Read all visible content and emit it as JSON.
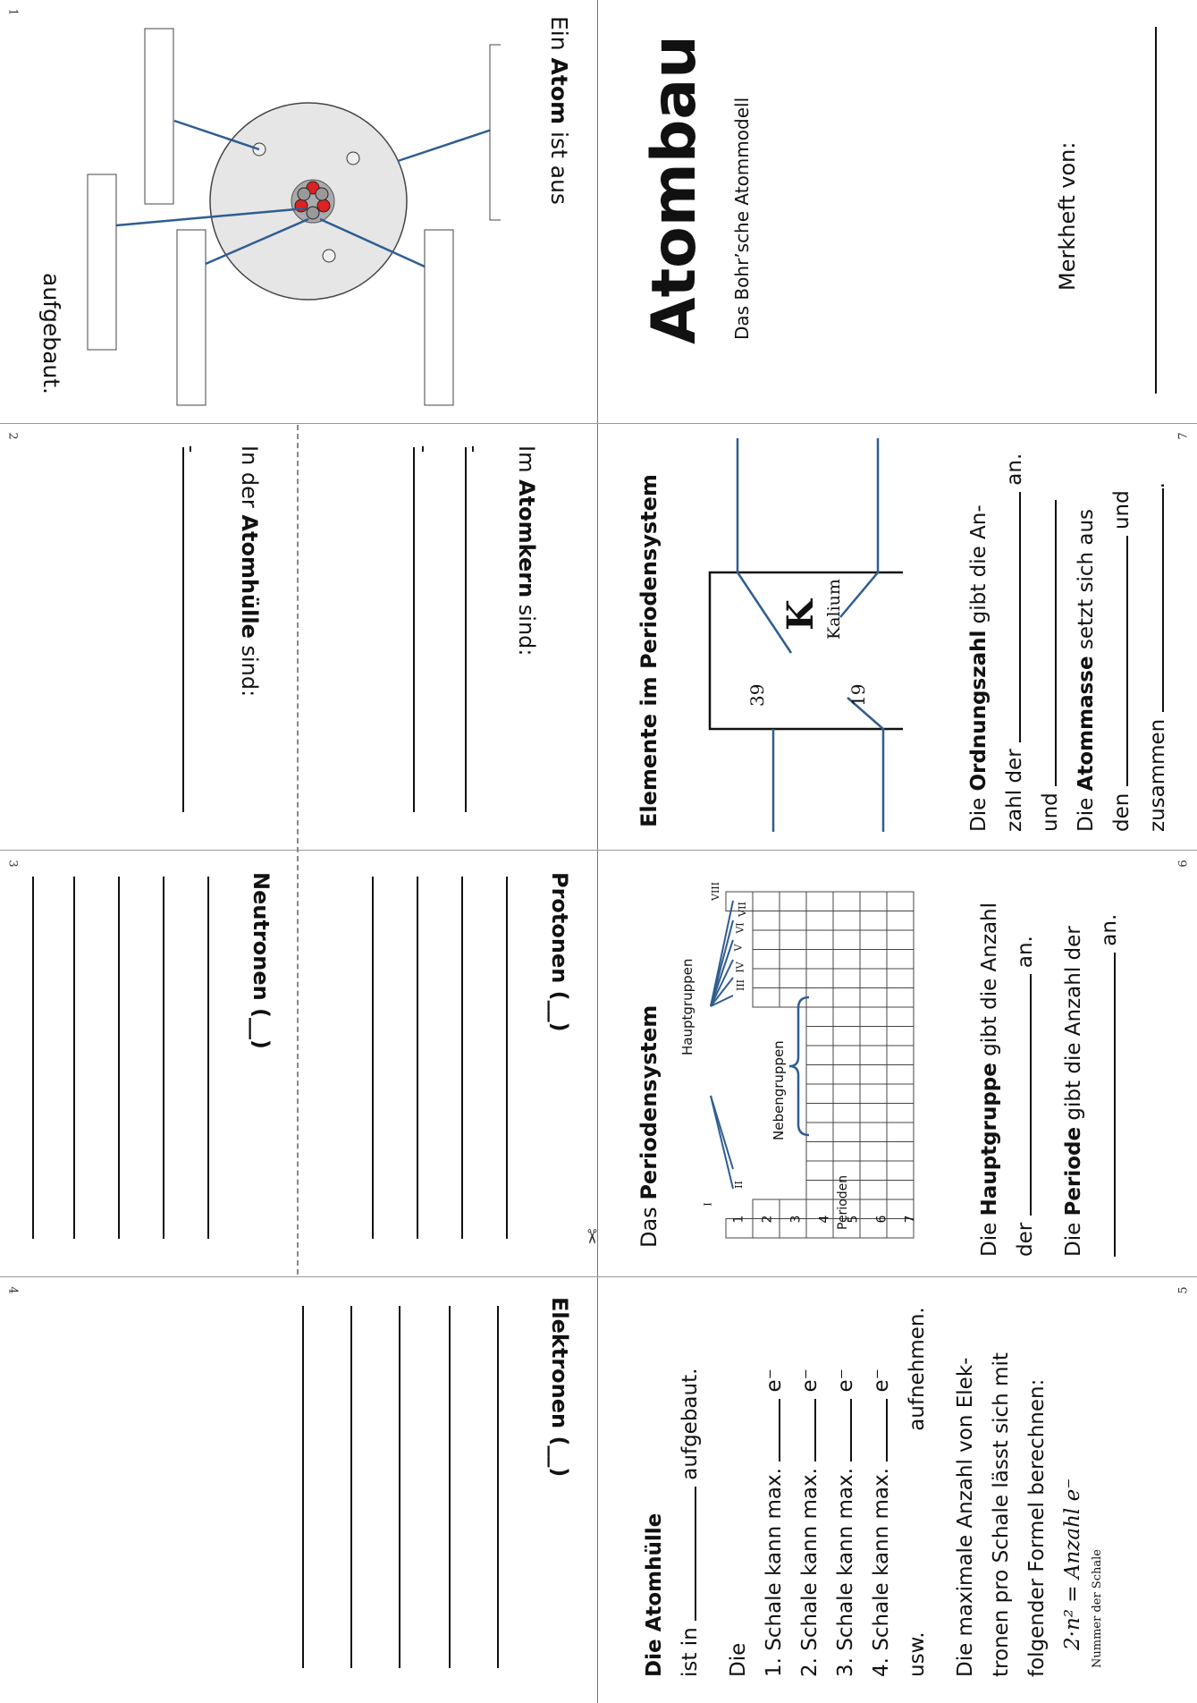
{
  "page_numbers": [
    "1",
    "2",
    "3",
    "4",
    "5",
    "6",
    "7"
  ],
  "cover": {
    "title": "Atombau",
    "subtitle": "Das Bohr’sche Atommodell",
    "owner_label": "Merkheft von:"
  },
  "p1": {
    "heading_part1": "Ein ",
    "heading_bold": "Atom",
    "heading_part2": " ist aus",
    "footer": "aufgebaut."
  },
  "p2": {
    "kern_part1": "Im ",
    "kern_bold": "Atomkern",
    "kern_part2": " sind:",
    "huelle_part1": "In der ",
    "huelle_bold": "Atomhülle",
    "huelle_part2": " sind:",
    "bullet": "-"
  },
  "p3": {
    "protonen": "Protonen (__)",
    "neutronen": "Neutronen (__)"
  },
  "p4": {
    "elektronen": "Elektronen (__)"
  },
  "p5": {
    "line1_bold": "Die Atomhülle",
    "line2_a": "ist in",
    "line2_b": "aufgebaut.",
    "die": "Die",
    "shells": [
      "1. Schale kann max.",
      "2. Schale kann max.",
      "3. Schale kann max.",
      "4. Schale kann max."
    ],
    "unit": "e⁻",
    "usw": "usw.",
    "aufnehmen": "aufnehmen.",
    "formula_text": [
      "Die maximale Anzahl von Elek-",
      "tronen pro Schale lässt sich mit",
      "folgender Formel berechnen:"
    ],
    "formula": "2·n² = Anzahl e⁻",
    "formula_note": "Nummer der Schale"
  },
  "p6": {
    "title_a": "Das ",
    "title_b": "Periodensystem",
    "hauptgruppen": "Hauptgruppen",
    "nebengruppen": "Nebengruppen",
    "perioden": "Perioden",
    "period_numbers": [
      "1",
      "2",
      "3",
      "4",
      "5",
      "6",
      "7"
    ],
    "groups": [
      "I",
      "II",
      "III",
      "IV",
      "V",
      "VI",
      "VII",
      "VIII"
    ],
    "hg_a": "Die ",
    "hg_b": "Hauptgruppe",
    "hg_c": " gibt die Anzahl",
    "hg_d": "der",
    "hg_e": "an.",
    "per_a": "Die ",
    "per_b": "Periode",
    "per_c": " gibt die Anzahl der",
    "per_d": "an."
  },
  "p7": {
    "title": "Elemente im Periodensystem",
    "symbol": "K",
    "name": "Kalium",
    "mass": "39",
    "number": "19",
    "oz_a": "Die ",
    "oz_b": "Ordnungszahl",
    "oz_c": " gibt die An-",
    "oz_d": "zahl der",
    "oz_e": "an.",
    "und": "und",
    "am_a": "Die ",
    "am_b": "Atommasse",
    "am_c": " setzt sich aus",
    "am_d": "den",
    "am_e": "und",
    "am_f": "zusammen",
    "am_g": "."
  }
}
